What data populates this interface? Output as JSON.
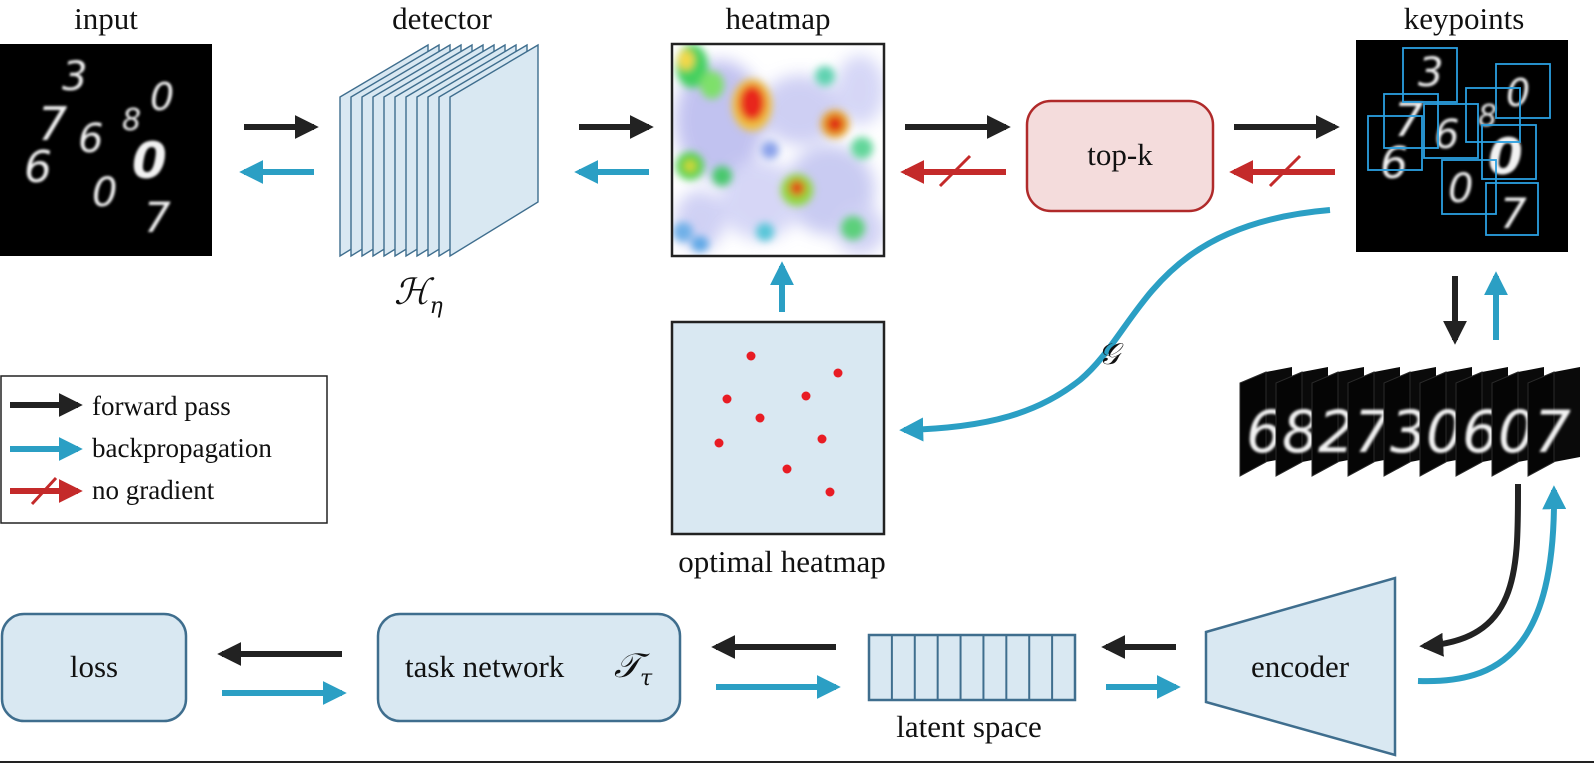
{
  "labels": {
    "input": "input",
    "detector": "detector",
    "detector_symbol": "ℋ",
    "detector_symbol_sub": "η",
    "heatmap": "heatmap",
    "keypoints": "keypoints",
    "topk": "top-k",
    "optimal_heatmap": "optimal heatmap",
    "g_symbol": "𝒢",
    "loss": "loss",
    "task_network": "task network",
    "task_symbol": "𝒯",
    "task_symbol_sub": "τ",
    "latent_space": "latent space",
    "encoder": "encoder"
  },
  "legend": {
    "forward": "forward pass",
    "backprop": "backpropagation",
    "nograd": "no gradient"
  },
  "input_digits": [
    "3",
    "7",
    "6",
    "8",
    "0",
    "6",
    "0",
    "0",
    "7"
  ],
  "keypoint_digits": [
    "3",
    "7",
    "6",
    "8",
    "0",
    "6",
    "0",
    "0",
    "7"
  ],
  "patch_digits": [
    "6",
    "8",
    "2",
    "7",
    "3",
    "0",
    "6",
    "0",
    "7"
  ],
  "colors": {
    "forward": "#222222",
    "backprop": "#2b9fc4",
    "nograd": "#c42a2a",
    "box_fill": "#d9e8f2",
    "box_stroke": "#3f6e8e",
    "topk_fill": "#f4dcdc",
    "topk_stroke": "#b02a2a",
    "keypoint_box": "#2a9fe0",
    "optimal_dot": "#e81c24"
  }
}
